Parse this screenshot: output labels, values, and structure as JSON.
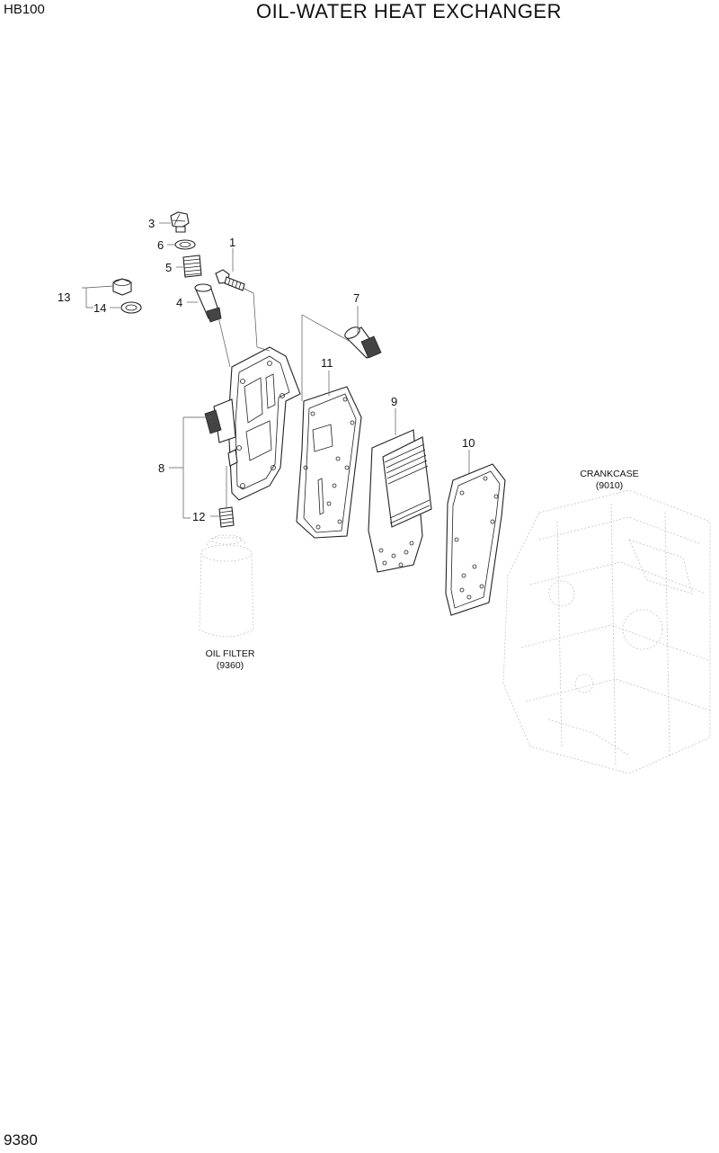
{
  "header": {
    "model": "HB100",
    "title": "OIL-WATER HEAT EXCHANGER"
  },
  "footer": {
    "page_number": "9380"
  },
  "callouts": {
    "c1": "1",
    "c3": "3",
    "c4": "4",
    "c5": "5",
    "c6": "6",
    "c7": "7",
    "c8": "8",
    "c9": "9",
    "c10": "10",
    "c11": "11",
    "c12": "12",
    "c13": "13",
    "c14": "14"
  },
  "references": {
    "crankcase": {
      "label": "CRANKCASE",
      "code": "(9010)"
    },
    "oil_filter": {
      "label": "OIL FILTER",
      "code": "(9360)"
    }
  }
}
